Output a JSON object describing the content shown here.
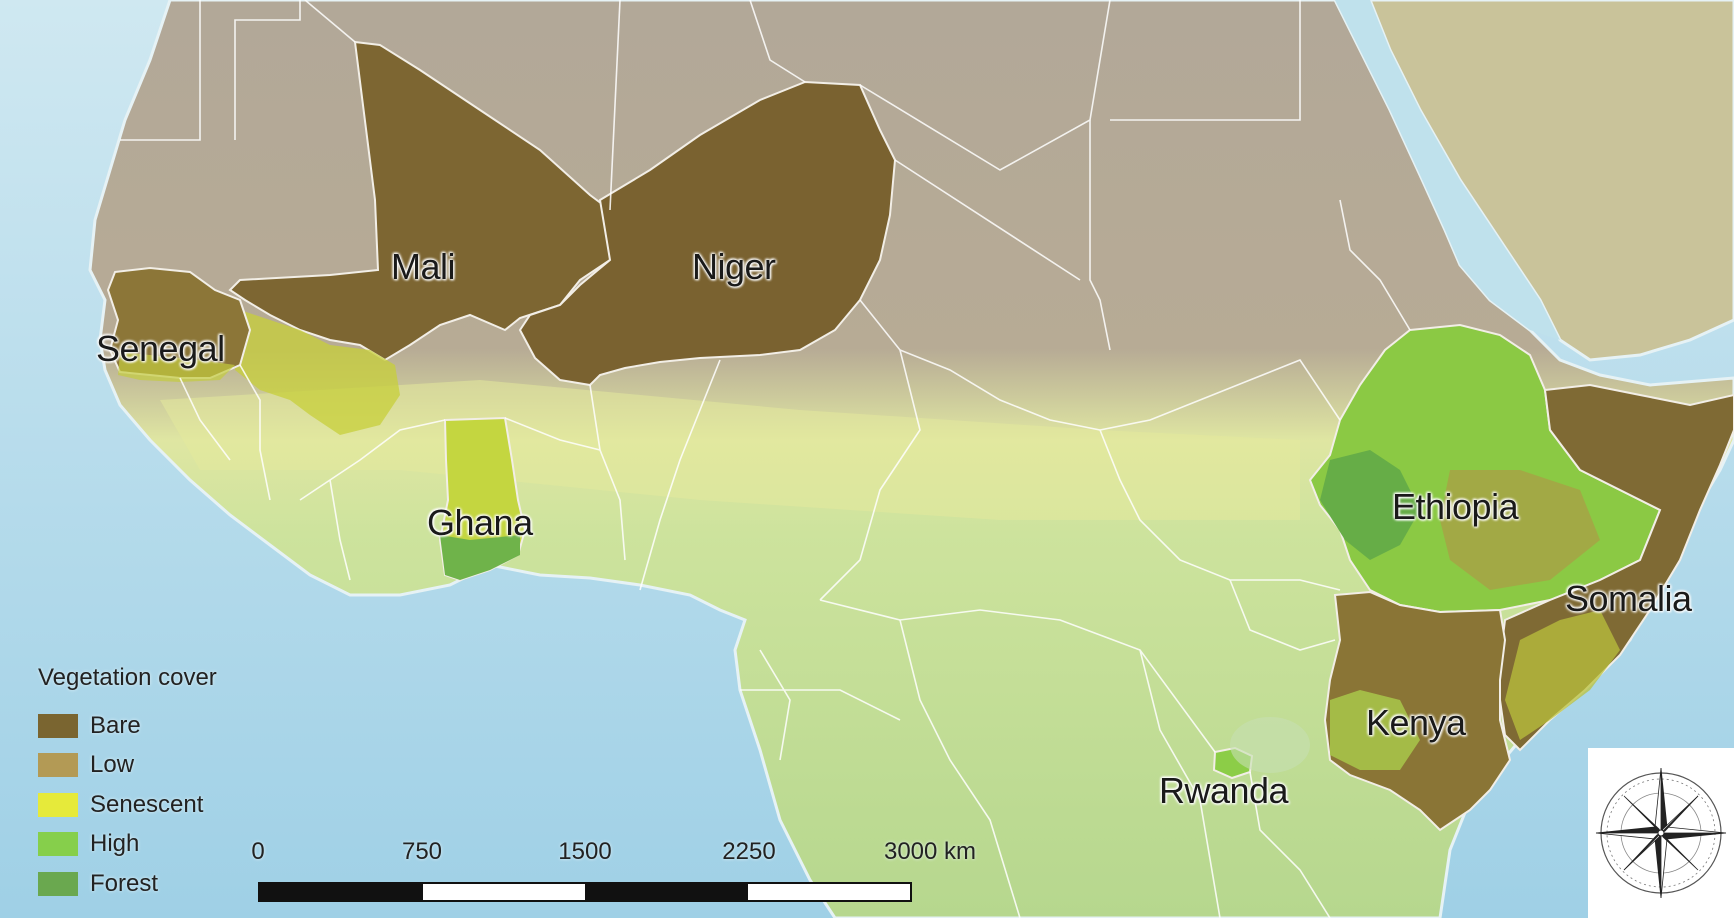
{
  "map": {
    "countries": [
      {
        "id": "mali",
        "name": "Mali"
      },
      {
        "id": "niger",
        "name": "Niger"
      },
      {
        "id": "senegal",
        "name": "Senegal"
      },
      {
        "id": "ghana",
        "name": "Ghana"
      },
      {
        "id": "ethiopia",
        "name": "Ethiopia"
      },
      {
        "id": "somalia",
        "name": "Somalia"
      },
      {
        "id": "kenya",
        "name": "Kenya"
      },
      {
        "id": "rwanda",
        "name": "Rwanda"
      }
    ]
  },
  "legend": {
    "title": "Vegetation cover",
    "items": [
      {
        "label": "Bare",
        "color": "#7a6530"
      },
      {
        "label": "Low",
        "color": "#b39a55"
      },
      {
        "label": "Senescent",
        "color": "#e6ea3a"
      },
      {
        "label": "High",
        "color": "#86cf4b"
      },
      {
        "label": "Forest",
        "color": "#6aa84f"
      }
    ]
  },
  "scale_bar": {
    "ticks": [
      "0",
      "750",
      "1500",
      "2250",
      "3000 km"
    ]
  },
  "colors": {
    "ocean": "#b9dcea",
    "land_desert": "#b7ab98",
    "land_savanna": "#d9e9a3",
    "land_green": "#b8d98e",
    "borders": "#ffffff"
  },
  "icons": {
    "compass": "compass-rose-icon"
  }
}
